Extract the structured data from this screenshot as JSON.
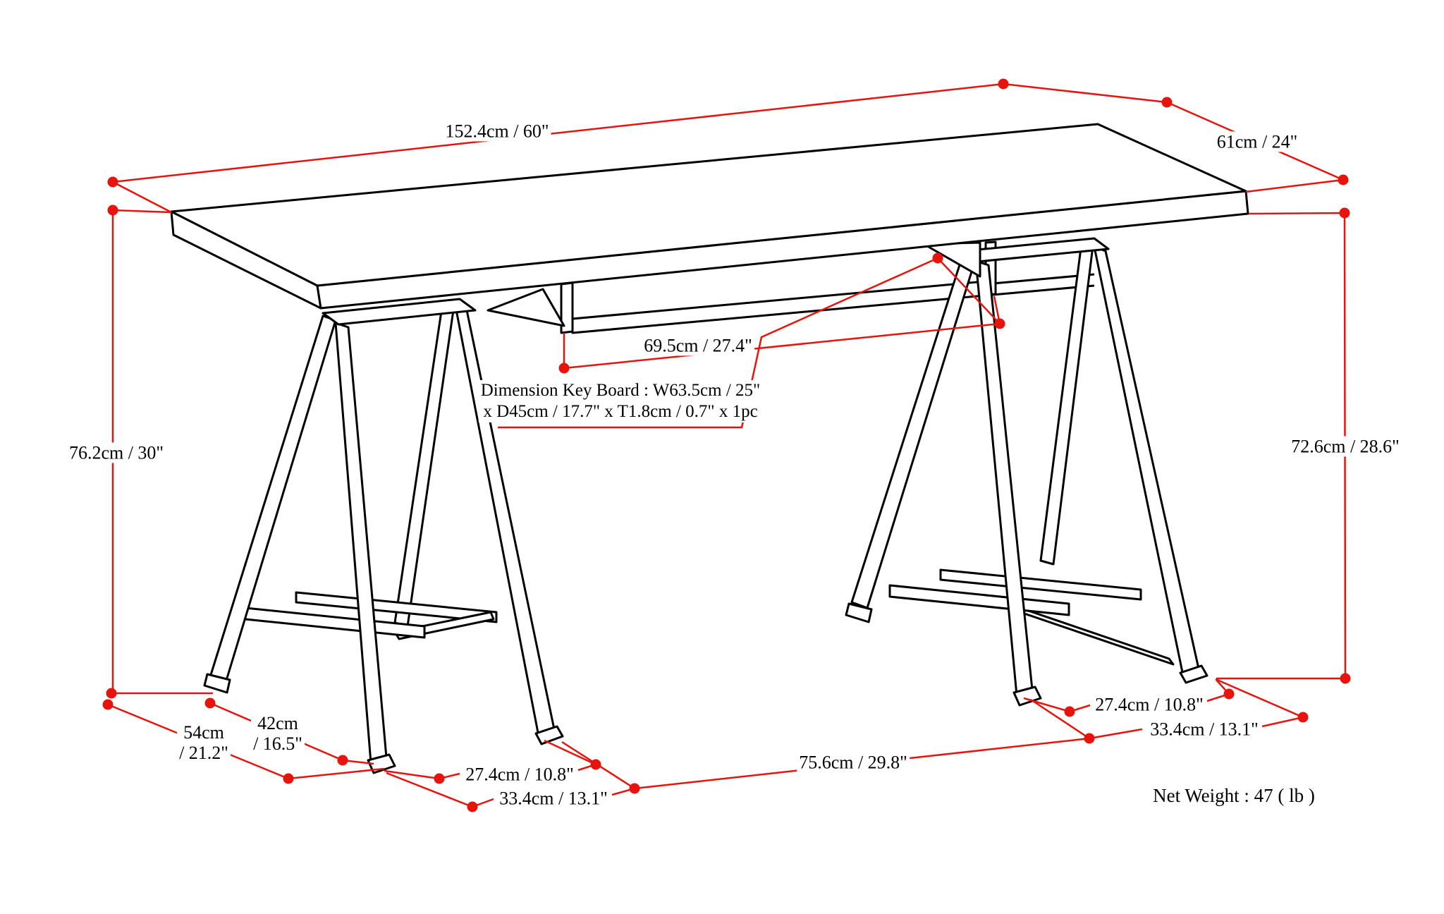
{
  "title": "Sawhorse desk dimension diagram",
  "colors": {
    "dimension_red": "#e8130d",
    "drawing_black": "#000000",
    "background": "#ffffff"
  },
  "labels": {
    "top_width": "152.4cm / 60\"",
    "top_depth": "61cm / 24\"",
    "height_left": "76.2cm / 30\"",
    "height_right": "72.6cm / 28.6\"",
    "tray_width": "69.5cm / 27.4\"",
    "keyboard_note_line1": "Dimension Key Board : W63.5cm / 25\"",
    "keyboard_note_line2": "x D45cm / 17.7\" x T1.8cm / 0.7\" x 1pc",
    "foot_span_outer_left_line1": "54cm",
    "foot_span_outer_left_line2": "/ 21.2\"",
    "foot_span_inner_left_line1": "42cm",
    "foot_span_inner_left_line2": "/ 16.5\"",
    "foot_depth_inner_left": "27.4cm / 10.8\"",
    "foot_depth_outer_left": "33.4cm / 13.1\"",
    "trestle_gap": "75.6cm / 29.8\"",
    "foot_depth_inner_right": "27.4cm / 10.8\"",
    "foot_depth_outer_right": "33.4cm / 13.1\"",
    "net_weight": "Net Weight : 47 ( lb )"
  }
}
